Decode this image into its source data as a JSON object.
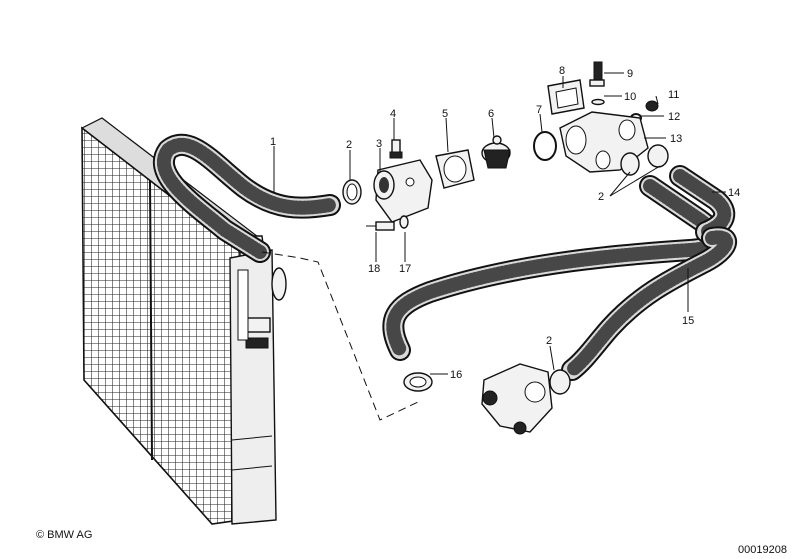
{
  "callouts": [
    "1",
    "2",
    "3",
    "4",
    "5",
    "6",
    "7",
    "8",
    "9",
    "10",
    "11",
    "12",
    "13",
    "2",
    "14",
    "15",
    "16",
    "2",
    "17",
    "18"
  ],
  "footer": {
    "copyright": "© BMW AG",
    "doc_number": "00019208"
  }
}
